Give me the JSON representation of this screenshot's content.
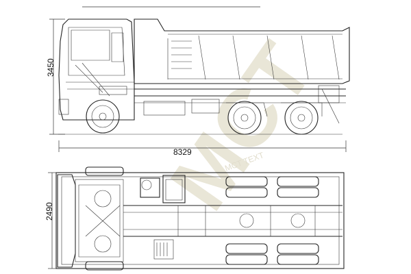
{
  "dimensions": {
    "height": "3450",
    "length": "8329",
    "width": "2490"
  },
  "watermark": {
    "text": "MCT",
    "small_text": "MCT TEXT",
    "color": "#d8d2b8"
  },
  "colors": {
    "line": "#222222",
    "background": "#ffffff"
  }
}
